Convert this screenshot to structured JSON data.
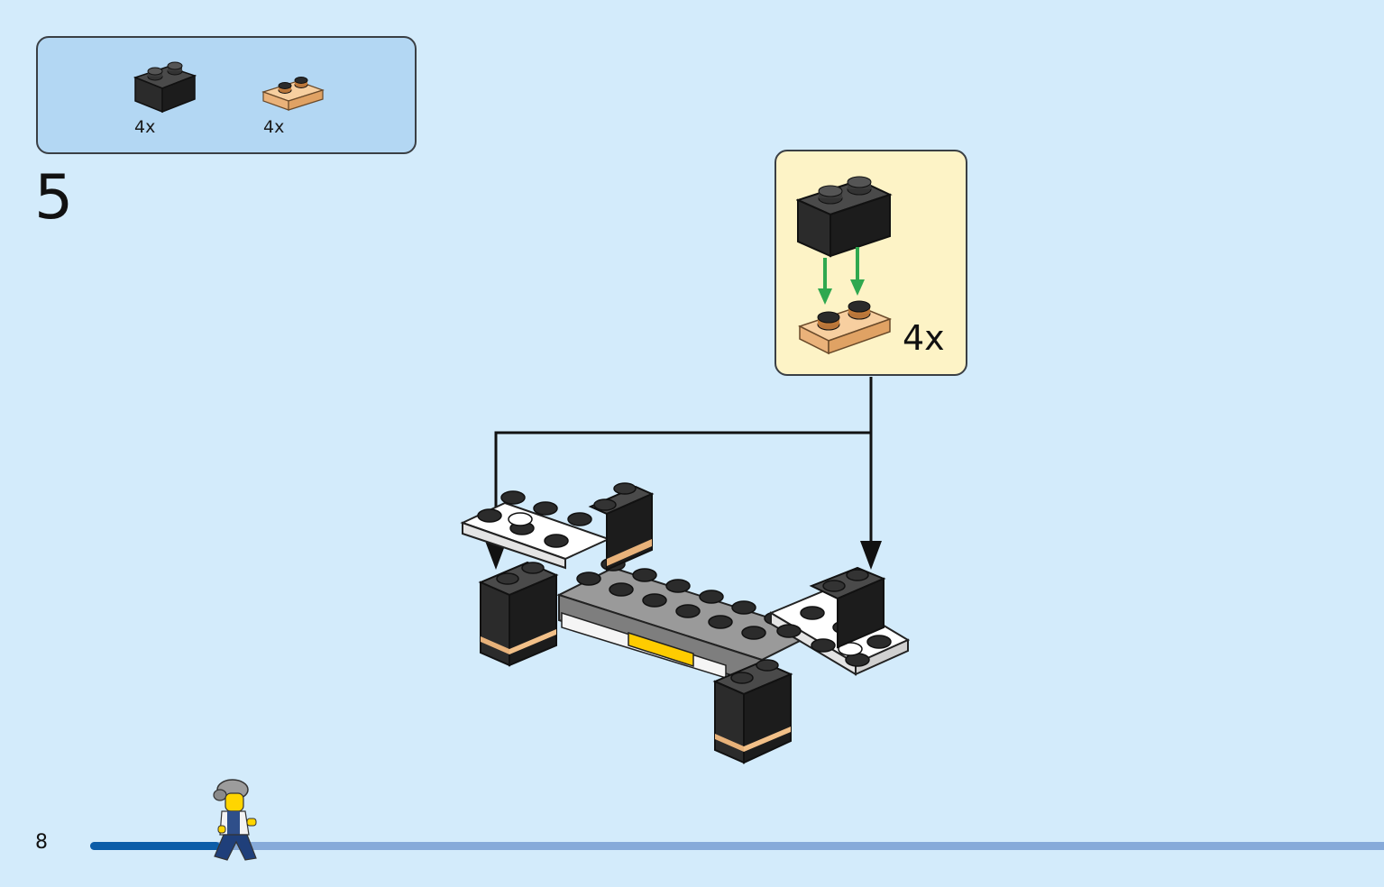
{
  "parts_list": {
    "items": [
      {
        "name": "black-brick-1x2",
        "quantity": "4x",
        "color": "#2b2b2b"
      },
      {
        "name": "trans-orange-plate-1x2",
        "quantity": "4x",
        "color": "#f2b46a"
      }
    ]
  },
  "step": {
    "number": "5"
  },
  "sub_assembly": {
    "quantity": "4x",
    "arrow_color": "#2fa84f"
  },
  "page": {
    "number": "8",
    "progress": 0.1
  }
}
